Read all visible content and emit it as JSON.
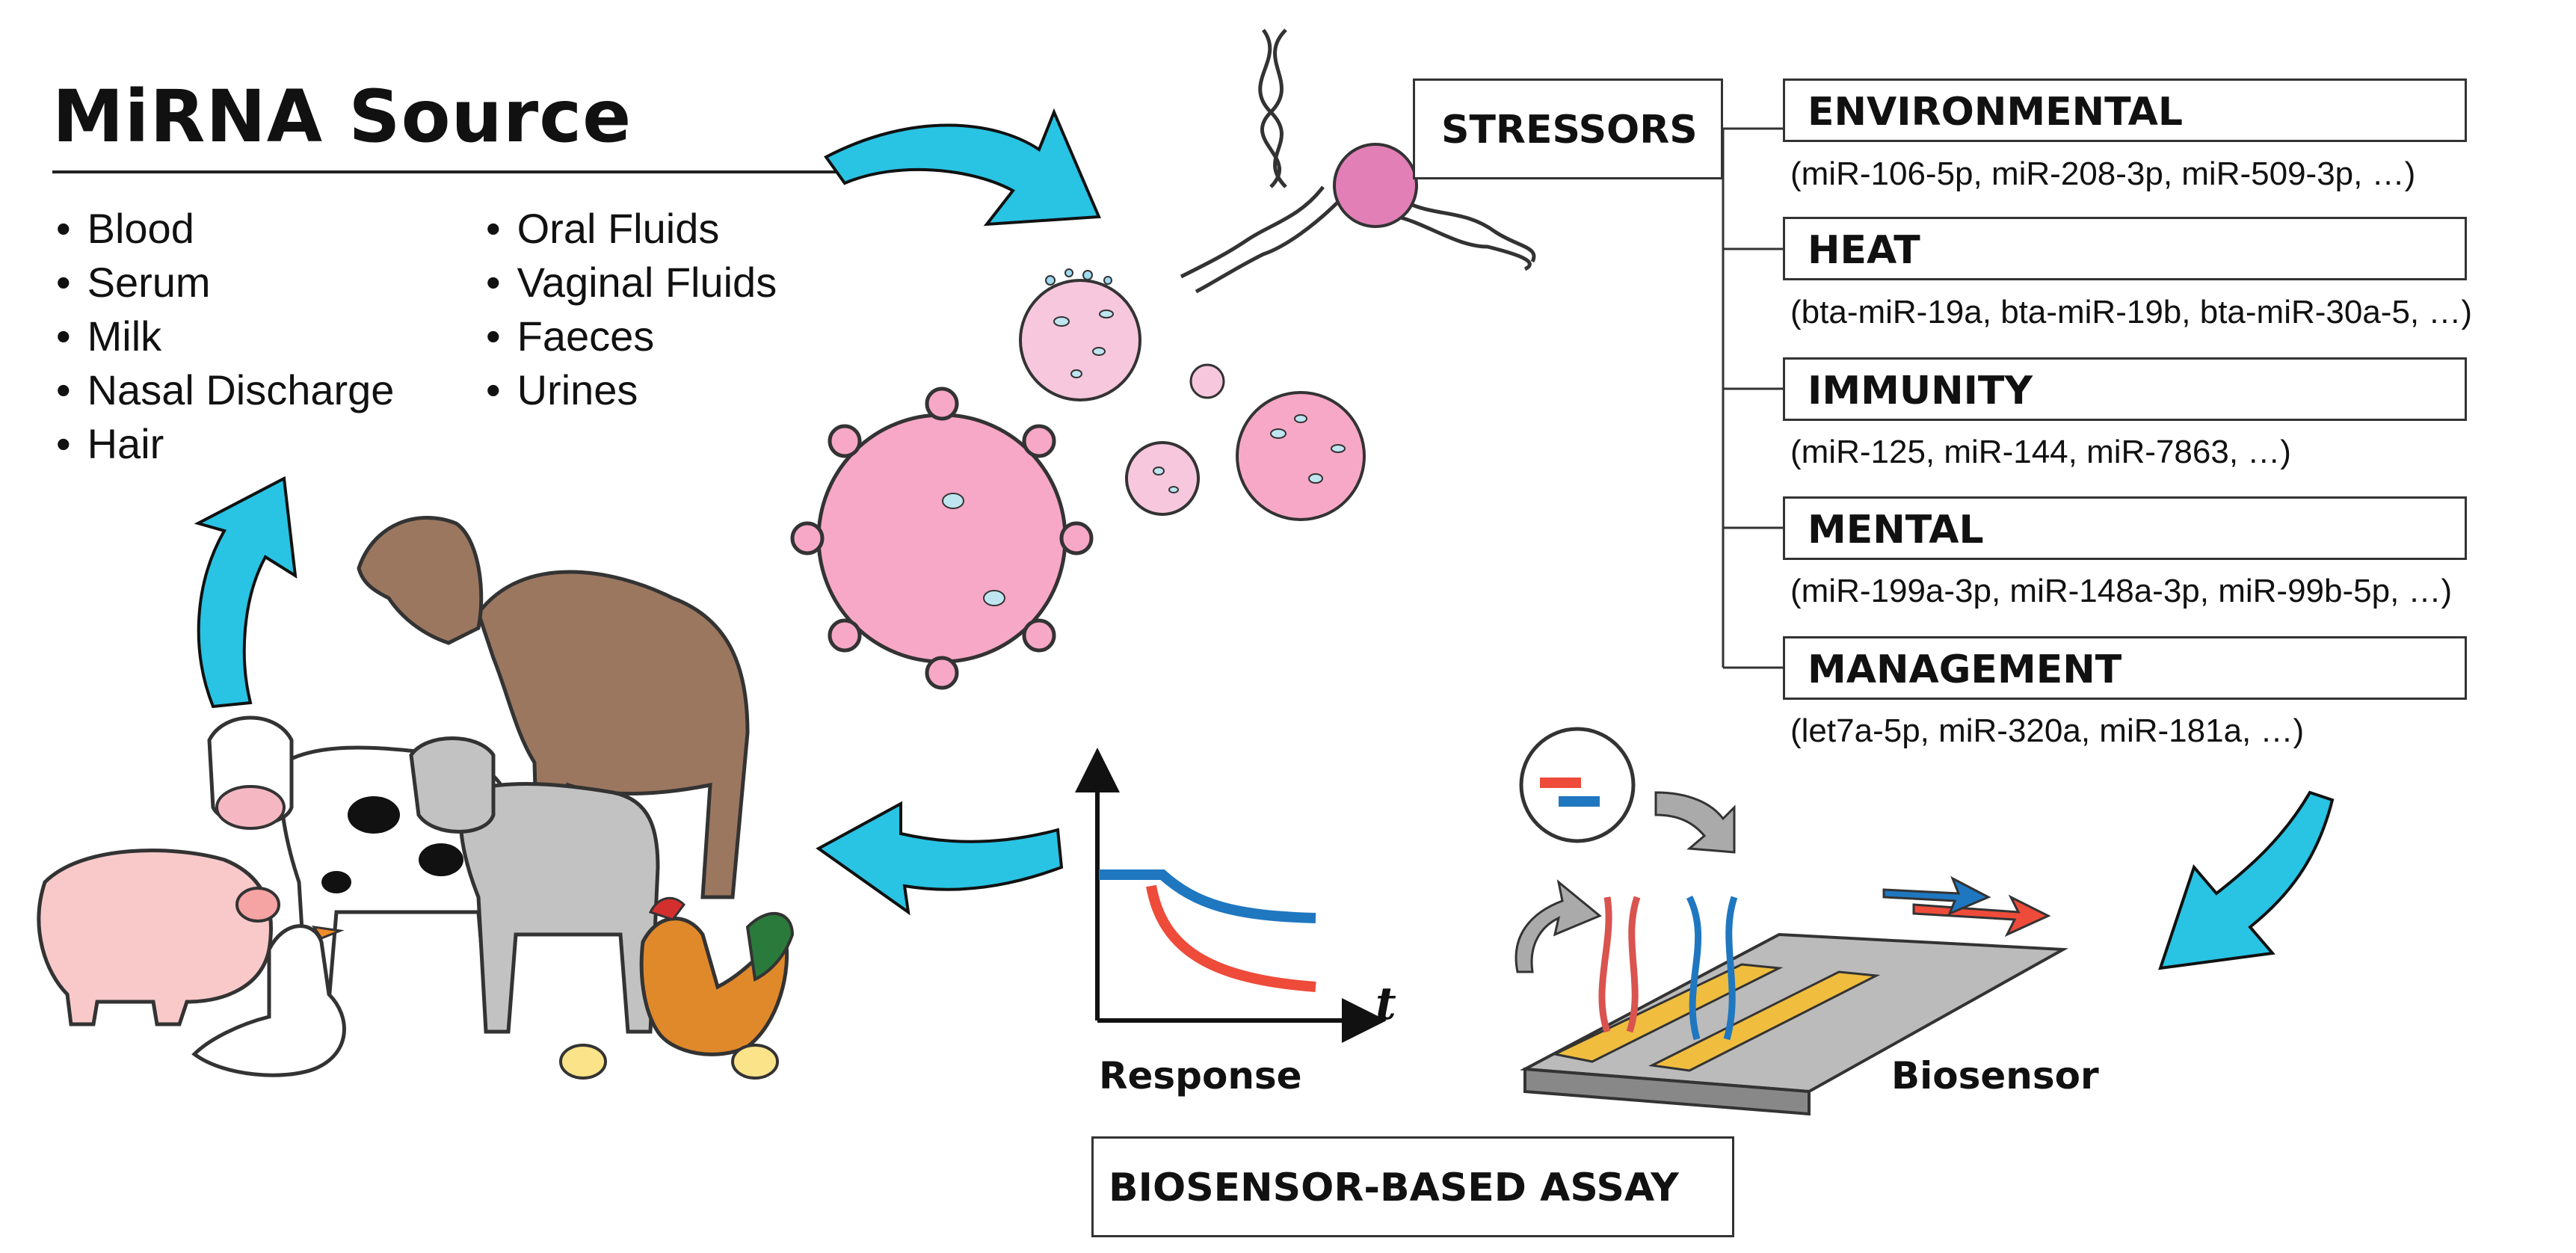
{
  "title": "MiRNA Source",
  "sources": {
    "col1": [
      "Blood",
      "Serum",
      "Milk",
      "Nasal Discharge",
      "Hair"
    ],
    "col2": [
      "Oral Fluids",
      "Vaginal Fluids",
      "Faeces",
      "Urines"
    ]
  },
  "stressors": {
    "label": "STRESSORS",
    "categories": [
      {
        "name": "ENVIRONMENTAL",
        "mirnas": "(miR-106-5p, miR-208-3p, miR-509-3p, …)"
      },
      {
        "name": "HEAT",
        "mirnas": "(bta-miR-19a, bta-miR-19b, bta-miR-30a-5, …)"
      },
      {
        "name": "IMMUNITY",
        "mirnas": "(miR-125, miR-144, miR-7863, …)"
      },
      {
        "name": "MENTAL",
        "mirnas": "(miR-199a-3p, miR-148a-3p, miR-99b-5p, …)"
      },
      {
        "name": "MANAGEMENT",
        "mirnas": "(let7a-5p, miR-320a, miR-181a, …)"
      }
    ]
  },
  "graph": {
    "axis_label": "t",
    "caption": "Response"
  },
  "biosensor": {
    "caption": "Biosensor"
  },
  "assay": {
    "label": "BIOSENSOR-BASED ASSAY"
  },
  "colors": {
    "arrow": "#29c3e3",
    "cell_pink": "#f7a8c6",
    "response_blue": "#1f77c0",
    "response_red": "#ee4b3a",
    "electrode_gold": "#f0bd3f"
  }
}
